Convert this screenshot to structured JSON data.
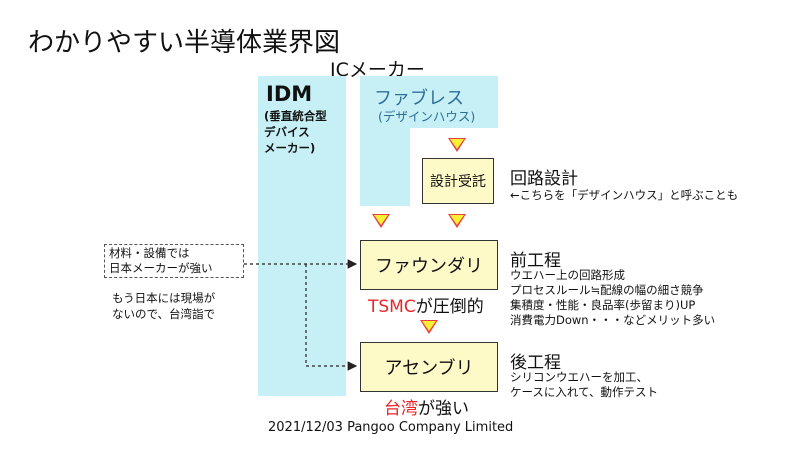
{
  "title": "わかりやすい半導体業界図",
  "subtitle": "ICメーカー",
  "idm": {
    "heading": "IDM",
    "sub1": "(垂直統合型",
    "sub2": "デバイス",
    "sub3": "メーカー)"
  },
  "fabless": {
    "heading": "ファブレス",
    "sub": "(デザインハウス)"
  },
  "design_box": "設計受託",
  "circuit_design": {
    "label": "回路設計",
    "note": "←こちらを「デザインハウス」と呼ぶことも"
  },
  "foundry_box": "ファウンダリ",
  "tsmc": {
    "name": "TSMC",
    "suffix": "が圧倒的"
  },
  "front_end": {
    "label": "前工程",
    "items": [
      "ウエハー上の回路形成",
      "プロセスルール≒配線の幅の細さ競争",
      "集積度・性能・良品率(歩留まり)UP",
      "消費電力Down・・・などメリット多い"
    ]
  },
  "assembly_box": "アセンブリ",
  "taiwan": {
    "name": "台湾",
    "suffix": "が強い"
  },
  "back_end": {
    "label": "後工程",
    "items": [
      "シリコンウエハーを加工、",
      "ケースに入れて、動作テスト"
    ]
  },
  "callout": {
    "line1": "材料・設備では",
    "line2": "日本メーカーが強い"
  },
  "japan_note": {
    "line1": "もう日本には現場が",
    "line2": "ないので、台湾詣で"
  },
  "footer": {
    "date": "2021/12/03",
    "company": "Pangoo Company Limited"
  },
  "colors": {
    "column_bg": "#c7f0f6",
    "box_bg": "#fefac8",
    "arrow_fill": "#f7f034",
    "arrow_outline": "#e84040",
    "highlight": "#e8262a",
    "fabless_text": "#2e6f99"
  }
}
